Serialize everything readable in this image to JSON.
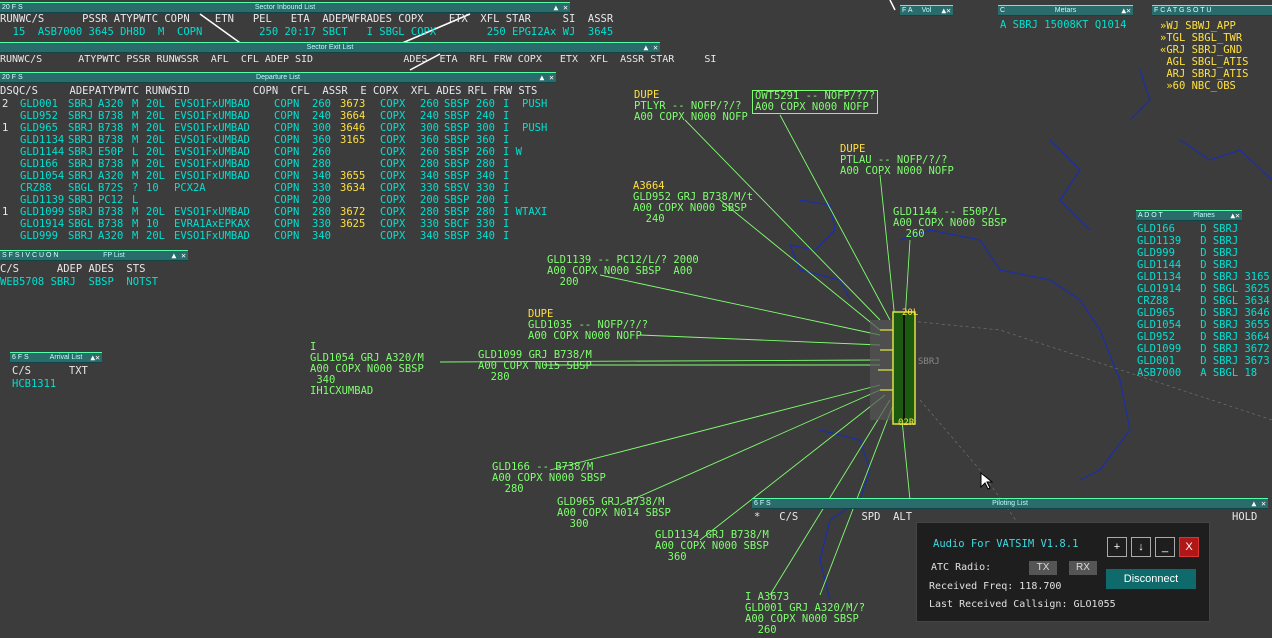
{
  "inbound": {
    "title": "Sector Inbound List",
    "buttons": "20 F S",
    "header": "RUNWC/S      PSSR ATYPWTC COPN    ETN   PEL   ETA  ADEPWFRADES COPX    ETX  XFL STAR     SI  ASSR",
    "row": "  15  ASB7000 3645 DH8D  M  COPN         250 20:17 SBCT   I SBGL COPX        250 EPGI2Ax WJ  3645"
  },
  "exit": {
    "title": "Sector Exit List",
    "header": "RUNWC/S      ATYPWTC PSSR RUNWSSR  AFL  CFL ADEP SID               ADES  ETA  RFL FRW COPX   ETX  XFL  ASSR STAR     SI"
  },
  "departure": {
    "title": "Departure List",
    "buttons": "20 F S",
    "header": "DSQC/S     ADEPATYPWTC RUNWSID          COPN  CFL  ASSR  E COPX  XFL ADES RFL FRW STS",
    "rows": [
      {
        "q": "2",
        "cs": "GLD001",
        "adep": "SBRJ",
        "atyp": "A320",
        "wtc": "M",
        "rwy": "20L",
        "sid": "EVSO1FxUMBAD",
        "copn": "COPN",
        "cfl": "260",
        "assr": "3673",
        "x": "COPX",
        "xfl": "260",
        "ades": "SBSP",
        "rfl": "260",
        "frw": "I",
        "sts": "PUSH"
      },
      {
        "q": "",
        "cs": "GLD952",
        "adep": "SBRJ",
        "atyp": "B738",
        "wtc": "M",
        "rwy": "20L",
        "sid": "EVSO1FxUMBAD",
        "copn": "COPN",
        "cfl": "240",
        "assr": "3664",
        "x": "COPX",
        "xfl": "240",
        "ades": "SBSP",
        "rfl": "240",
        "frw": "I",
        "sts": ""
      },
      {
        "q": "1",
        "cs": "GLD965",
        "adep": "SBRJ",
        "atyp": "B738",
        "wtc": "M",
        "rwy": "20L",
        "sid": "EVSO1FxUMBAD",
        "copn": "COPN",
        "cfl": "300",
        "assr": "3646",
        "x": "COPX",
        "xfl": "300",
        "ades": "SBSP",
        "rfl": "300",
        "frw": "I",
        "sts": "PUSH"
      },
      {
        "q": "",
        "cs": "GLD1134",
        "adep": "SBRJ",
        "atyp": "B738",
        "wtc": "M",
        "rwy": "20L",
        "sid": "EVSO1FxUMBAD",
        "copn": "COPN",
        "cfl": "360",
        "assr": "3165",
        "x": "COPX",
        "xfl": "360",
        "ades": "SBSP",
        "rfl": "360",
        "frw": "I",
        "sts": ""
      },
      {
        "q": "",
        "cs": "GLD1144",
        "adep": "SBRJ",
        "atyp": "E50P",
        "wtc": "L",
        "rwy": "20L",
        "sid": "EVSO1FxUMBAD",
        "copn": "COPN",
        "cfl": "260",
        "assr": "",
        "x": "COPX",
        "xfl": "260",
        "ades": "SBSP",
        "rfl": "260",
        "frw": "I W",
        "sts": ""
      },
      {
        "q": "",
        "cs": "GLD166",
        "adep": "SBRJ",
        "atyp": "B738",
        "wtc": "M",
        "rwy": "20L",
        "sid": "EVSO1FxUMBAD",
        "copn": "COPN",
        "cfl": "280",
        "assr": "",
        "x": "COPX",
        "xfl": "280",
        "ades": "SBSP",
        "rfl": "280",
        "frw": "I",
        "sts": ""
      },
      {
        "q": "",
        "cs": "GLD1054",
        "adep": "SBRJ",
        "atyp": "A320",
        "wtc": "M",
        "rwy": "20L",
        "sid": "EVSO1FxUMBAD",
        "copn": "COPN",
        "cfl": "340",
        "assr": "3655",
        "x": "COPX",
        "xfl": "340",
        "ades": "SBSP",
        "rfl": "340",
        "frw": "I",
        "sts": ""
      },
      {
        "q": "",
        "cs": "CRZ88",
        "adep": "SBGL",
        "atyp": "B72S",
        "wtc": "?",
        "rwy": "10",
        "sid": "PCX2A",
        "copn": "COPN",
        "cfl": "330",
        "assr": "3634",
        "x": "COPX",
        "xfl": "330",
        "ades": "SBSV",
        "rfl": "330",
        "frw": "I",
        "sts": ""
      },
      {
        "q": "",
        "cs": "GLD1139",
        "adep": "SBRJ",
        "atyp": "PC12",
        "wtc": "L",
        "rwy": "",
        "sid": "",
        "copn": "COPN",
        "cfl": "200",
        "assr": "",
        "x": "COPX",
        "xfl": "200",
        "ades": "SBSP",
        "rfl": "200",
        "frw": "I",
        "sts": ""
      },
      {
        "q": "1",
        "cs": "GLD1099",
        "adep": "SBRJ",
        "atyp": "B738",
        "wtc": "M",
        "rwy": "20L",
        "sid": "EVSO1FxUMBAD",
        "copn": "COPN",
        "cfl": "280",
        "assr": "3672",
        "x": "COPX",
        "xfl": "280",
        "ades": "SBSP",
        "rfl": "280",
        "frw": "I W",
        "sts": "TAXI"
      },
      {
        "q": "",
        "cs": "GLO1914",
        "adep": "SBGL",
        "atyp": "B738",
        "wtc": "M",
        "rwy": "10",
        "sid": "EVRA1AxEPKAX",
        "copn": "COPN",
        "cfl": "330",
        "assr": "3625",
        "x": "COPX",
        "xfl": "330",
        "ades": "SBCF",
        "rfl": "330",
        "frw": "I",
        "sts": ""
      },
      {
        "q": "",
        "cs": "GLD999",
        "adep": "SBRJ",
        "atyp": "A320",
        "wtc": "M",
        "rwy": "20L",
        "sid": "EVSO1FxUMBAD",
        "copn": "COPN",
        "cfl": "340",
        "assr": "",
        "x": "COPX",
        "xfl": "340",
        "ades": "SBSP",
        "rfl": "340",
        "frw": "I",
        "sts": ""
      }
    ]
  },
  "fplist": {
    "title": "FP List",
    "buttons": "S F S I V C U O N",
    "header": "C/S      ADEP ADES  STS",
    "row": "WEB5708 SBRJ  SBSP  NOTST"
  },
  "arrival": {
    "title": "Arrival List",
    "buttons": "6 F S",
    "header": "C/S      TXT",
    "row": "HCB1311"
  },
  "metars": {
    "title": "Metars",
    "buttons": "C",
    "row": "A SBRJ 15008KT Q1014"
  },
  "vol": {
    "title": "Vol",
    "buttons": "F A"
  },
  "atc": {
    "buttons": "F C A T G S O T U",
    "rows": [
      "»WJ SBWJ_APP",
      "»TGL SBGL_TWR",
      "«GRJ SBRJ_GND",
      " AGL SBGL_ATIS",
      " ARJ SBRJ_ATIS",
      " »60 NBC_OBS"
    ]
  },
  "planes": {
    "title": "Planes",
    "buttons": "A D O T",
    "rows": [
      "GLD166    D SBRJ",
      "GLD1139   D SBRJ",
      "GLD999    D SBRJ",
      "GLD1144   D SBRJ",
      "GLD1134   D SBRJ 3165",
      "GLO1914   D SBGL 3625",
      "CRZ88     D SBGL 3634",
      "GLD965    D SBRJ 3646",
      "GLD1054   D SBRJ 3655",
      "GLD952    D SBRJ 3664",
      "GLD1099   D SBRJ 3672",
      "GLD001    D SBRJ 3673",
      "ASB7000   A SBGL 18"
    ]
  },
  "piloting": {
    "title": "Piloting List",
    "buttons": "6 F S",
    "header": "*   C/S          SPD  ALT",
    "hold": "HOLD"
  },
  "tags": [
    {
      "id": "dupe1",
      "lines": [
        "DUPE",
        "PTLYR -- NOFP/?/?",
        "A00 COPX N000 NOFP"
      ],
      "cls": "yel-first"
    },
    {
      "id": "owt",
      "lines": [
        "OWT5291 -- NOFP/?/?",
        "A00 COPX N000 NOFP"
      ],
      "cls": ""
    },
    {
      "id": "dupe2",
      "lines": [
        "DUPE",
        "PTLAU -- NOFP/?/?",
        "A00 COPX N000 NOFP"
      ],
      "cls": "yel-first"
    },
    {
      "id": "gld952",
      "lines": [
        "A3664",
        "GLD952 GRJ B738/M/t",
        "A00 COPX N000 SBSP",
        "  240"
      ],
      "cls": "yel-first"
    },
    {
      "id": "gld1144",
      "lines": [
        "GLD1144 -- E50P/L",
        "A00 COPX N000 SBSP",
        "  260"
      ],
      "cls": ""
    },
    {
      "id": "gld1139",
      "lines": [
        "GLD1139 -- PC12/L/? 2000",
        "A00 COPX N000 SBSP  A00",
        "  200"
      ],
      "cls": ""
    },
    {
      "id": "dupe3",
      "lines": [
        "DUPE",
        "GLD1035 -- NOFP/?/?",
        "A00 COPX N000 NOFP"
      ],
      "cls": "yel-first"
    },
    {
      "id": "gld1054",
      "lines": [
        "I",
        "GLD1054 GRJ A320/M",
        "A00 COPX N000 SBSP",
        " 340",
        "IH1CXUMBAD"
      ],
      "cls": ""
    },
    {
      "id": "gld1099",
      "lines": [
        "GLD1099 GRJ B738/M",
        "A00 COPX N015 SBSP",
        "  280"
      ],
      "cls": ""
    },
    {
      "id": "gld166",
      "lines": [
        "GLD166 -- B738/M",
        "A00 COPX N000 SBSP",
        "  280"
      ],
      "cls": ""
    },
    {
      "id": "gld965",
      "lines": [
        "GLD965 GRJ B738/M",
        "A00 COPX N014 SBSP",
        "  300"
      ],
      "cls": ""
    },
    {
      "id": "gld1134",
      "lines": [
        "GLD1134 GRJ B738/M",
        "A00 COPX N000 SBSP",
        "  360"
      ],
      "cls": ""
    },
    {
      "id": "gld001",
      "lines": [
        "I A3673",
        "GLD001 GRJ A320/M/?",
        "A00 COPX N000 SBSP",
        "  260"
      ],
      "cls": ""
    }
  ],
  "audio": {
    "title": "Audio For VATSIM V1.8.1",
    "atc_radio_label": "ATC Radio:",
    "tx": "TX",
    "rx": "RX",
    "disconnect": "Disconnect",
    "freq": "Received Freq: 118.700",
    "last": "Last Received Callsign: GLO1055",
    "plus": "+",
    "down": "↓",
    "min": "_",
    "close": "X"
  },
  "airport": {
    "label": "SBRJ",
    "rwy_top": "20L",
    "rwy_bot": "02R"
  }
}
